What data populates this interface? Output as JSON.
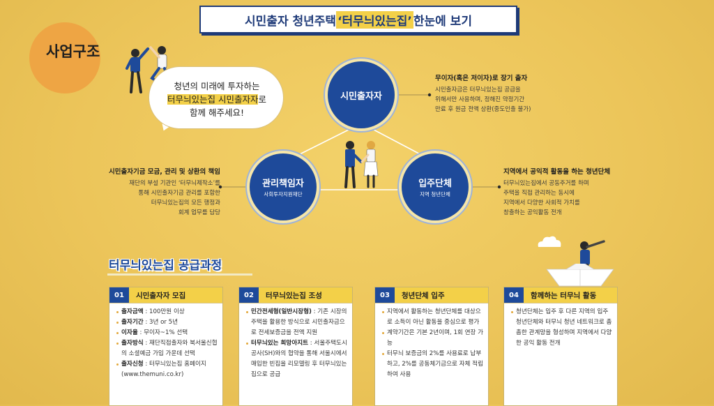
{
  "header": {
    "title_before": "시민출자 청년주택 ",
    "title_highlight": "‘터무늬있는집’",
    "title_after": " 한눈에 보기"
  },
  "section": {
    "label": "사업구조"
  },
  "bubble": {
    "line1": "청년의 미래에 투자하는",
    "line2_highlight": "터무늬있는집 시민출자자",
    "line2_after": "로",
    "line3": "함께 해주세요!"
  },
  "structure": {
    "citizen": {
      "name": "시민출자자"
    },
    "manager": {
      "name": "관리책임자",
      "sub": "사회투자지원재단"
    },
    "resident": {
      "name": "입주단체",
      "sub": "지역 청년단체"
    }
  },
  "info": {
    "citizen": {
      "title": "무이자(혹은 저이자)로 장기 출자",
      "lines": [
        "시민출자금은 터무늬있는집 공급을",
        "위해서만 사용하며, 정해진 약정기간",
        "만료 후 원금 전액 상환(중도인출 불가)"
      ]
    },
    "manager": {
      "title": "시민출자기금 모금, 관리 및 상환의 책임",
      "lines": [
        "재단의 부설 기관인 ‘터무늬제작소’를",
        "통해 시민출자기금 관리를 포함한",
        "터무늬있는집의 모든 행정과",
        "회계 업무를 담당"
      ]
    },
    "resident": {
      "title": "지역에서 공익적 활동을 하는 청년단체",
      "lines": [
        "터무늬있는집에서 공동주거를 하며",
        "주택을 직접 관리하는 동시에",
        "지역에서 다양한 사회적 가치를",
        "창출하는 공익활동 전개"
      ]
    }
  },
  "supply": {
    "title": "터무늬있는집 공급과정",
    "cards": [
      {
        "num": "01",
        "title": "시민출자자 모집",
        "items": [
          {
            "label": "출자금액",
            "text": " : 100만원 이상"
          },
          {
            "label": "출자기간",
            "text": " : 3년 or 5년"
          },
          {
            "label": "이자율",
            "text": " : 무이자~1% 선택"
          },
          {
            "label": "출자방식",
            "text": " : 재단직접출자와 북서울신협의 소셜예금 가입 가운데 선택"
          },
          {
            "label": "출자신청",
            "text": " : 터무늬있는집 홈페이지(www.themuni.co.kr)"
          }
        ]
      },
      {
        "num": "02",
        "title": "터무늬있는집 조성",
        "items": [
          {
            "label": "민간전세형(일반시장형)",
            "text": " : 기존 시장의 주택을 활용한 방식으로 시민출자금으로 전세보증금을 전액 지원"
          },
          {
            "label": "터무늬있는 희망아지트",
            "text": " : 서울주택도시공사(SH)와의 협약을 통해 서울시에서 매입한 빈집을 리모델링 후 터무늬있는집으로 공급"
          }
        ]
      },
      {
        "num": "03",
        "title": "청년단체 입주",
        "paras": [
          "지역에서 활동하는 청년단체를 대상으로 소득이 아닌 활동을 중심으로 평가",
          "계약기간은 기본 2년이며, 1회 연장 가능",
          "터무늬 보증금의 2%를 사용료로 납부하고, 2%를 공동체기금으로 자체 적립하여 사용"
        ]
      },
      {
        "num": "04",
        "title": "함께하는 터무늬 활동",
        "paras": [
          "청년단체는 입주 후 다른 지역의 입주 청년단체와 터무늬 청년 네트워크로 촘촘한 관계망을 형성하며 지역에서 다양한 공익 활동 전개"
        ]
      }
    ]
  },
  "colors": {
    "navy": "#1e4a9a",
    "yellow": "#f3d048",
    "orange": "#eea544",
    "background": "#ecc55a"
  },
  "icons": [
    "high-five-people-illustration",
    "handshake-people-illustration",
    "paper-boat-illustration",
    "telescope-person-illustration",
    "cloud-illustration"
  ]
}
